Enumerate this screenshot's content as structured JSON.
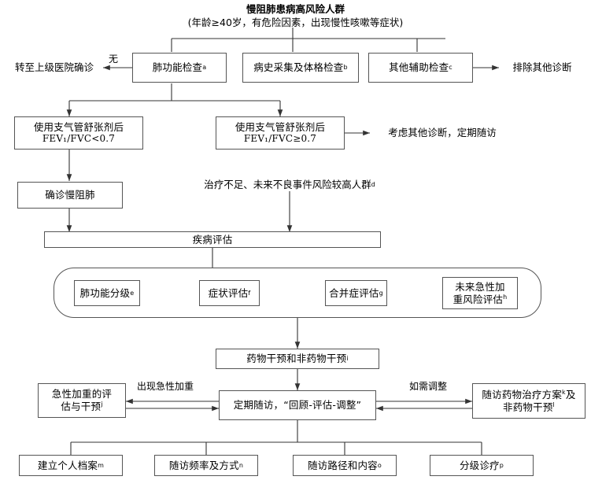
{
  "meta": {
    "doc_title": "慢阻肺诊疗流程图",
    "colors": {
      "box_border": "#555555",
      "line": "#333333",
      "background": "#ffffff",
      "text": "#000000"
    }
  },
  "header": {
    "title": "慢阻肺患病高风险人群",
    "subtitle": "(年龄≥40岁，有危险因素，出现慢性咳嗽等症状)"
  },
  "nodes": {
    "referral": "转至上级医院确诊",
    "lung_function_test": "肺功能检查",
    "lung_function_test_sup": "a",
    "history_exam": "病史采集及体格检查",
    "history_exam_sup": "b",
    "other_tests": "其他辅助检查",
    "other_tests_sup": "c",
    "exclude_other": "排除其他诊断",
    "bronchodilator_low_line1": "使用支气管舒张剂后",
    "bronchodilator_low_line2": "FEV₁/FVC<0.7",
    "bronchodilator_high_line1": "使用支气管舒张剂后",
    "bronchodilator_high_line2": "FEV₁/FVC≥0.7",
    "consider_other": "考虑其他诊断，定期随访",
    "confirmed_copd": "确诊慢阻肺",
    "high_risk_group": "治疗不足、未来不良事件风险较高人群",
    "high_risk_group_sup": "d",
    "disease_assessment": "疾病评估",
    "lung_grade": "肺功能分级",
    "lung_grade_sup": "e",
    "symptom_assessment": "症状评估",
    "symptom_assessment_sup": "f",
    "comorbidity_assessment": "合并症评估",
    "comorbidity_assessment_sup": "g",
    "exacerbation_risk_line1": "未来急性加",
    "exacerbation_risk_line2": "重风险评估",
    "exacerbation_risk_sup": "h",
    "interventions": "药物干预和非药物干预",
    "interventions_sup": "i",
    "acute_exacerbation_line1": "急性加重的评",
    "acute_exacerbation_line2": "估与干预",
    "acute_exacerbation_sup": "j",
    "regular_followup": "定期随访，“回顾-评估-调整”",
    "followup_drug_line1": "随访药物治疗方案",
    "followup_drug_line1_sup": "k",
    "followup_drug_line1_tail": "及",
    "followup_drug_line2": "非药物干预",
    "followup_drug_line2_sup": "l",
    "personal_record": "建立个人档案",
    "personal_record_sup": "m",
    "followup_frequency": "随访频率及方式",
    "followup_frequency_sup": "n",
    "followup_path": "随访路径和内容",
    "followup_path_sup": "o",
    "tiered_care": "分级诊疗",
    "tiered_care_sup": "p"
  },
  "edge_labels": {
    "none": "无",
    "acute_exacerbation_occurs": "出现急性加重",
    "adjust_as_needed": "如需调整"
  }
}
